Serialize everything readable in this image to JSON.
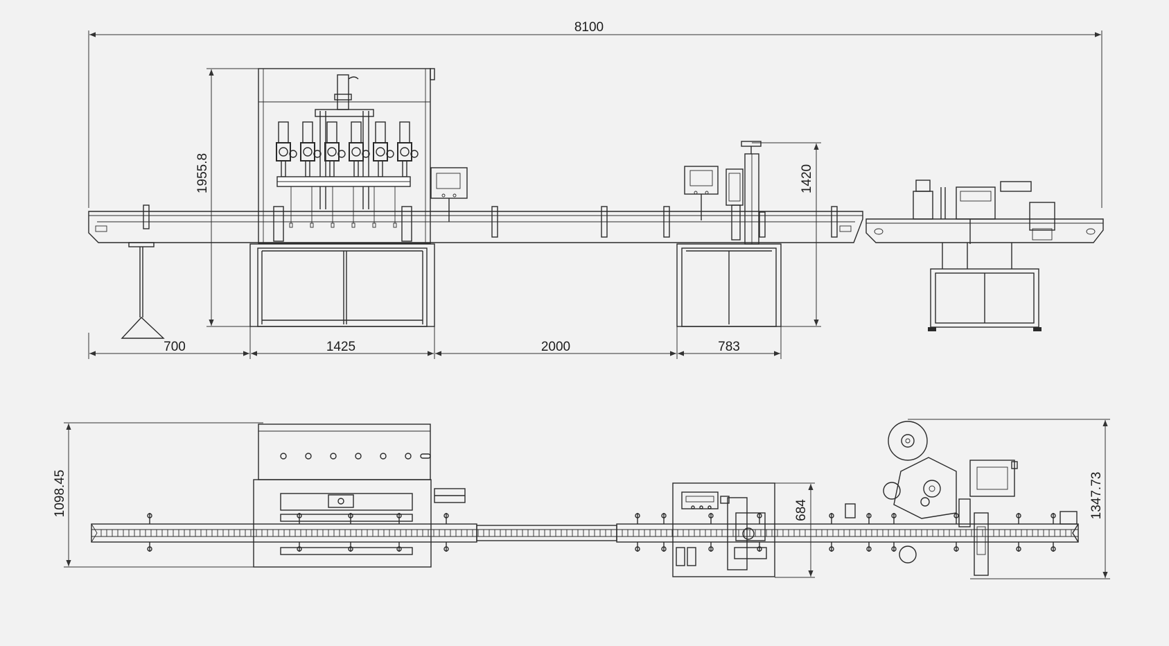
{
  "dimensions": {
    "overall_length": "8100",
    "filler_height": "1955.8",
    "capper_height": "1420",
    "seg_conveyor_stand": "700",
    "seg_filler": "1425",
    "seg_gap": "2000",
    "seg_capper": "783",
    "top_view_width": "1098.45",
    "capper_depth": "684",
    "labeler_depth": "1347.73"
  },
  "colors": {
    "background": "#f2f2f2",
    "line": "#2a2a2a"
  }
}
